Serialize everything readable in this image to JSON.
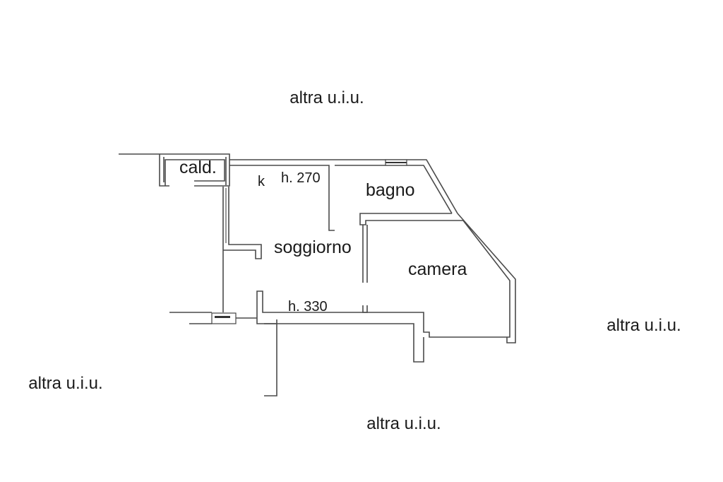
{
  "floorplan": {
    "rooms": {
      "cald": "cald.",
      "bagno": "bagno",
      "soggiorno": "soggiorno",
      "camera": "camera",
      "kitchen": "k"
    },
    "heights": {
      "upper": "h. 270",
      "lower": "h. 330"
    },
    "neighbors": {
      "top": "altra u.i.u.",
      "right": "altra u.i.u.",
      "bottom": "altra u.i.u.",
      "left": "altra u.i.u."
    }
  }
}
